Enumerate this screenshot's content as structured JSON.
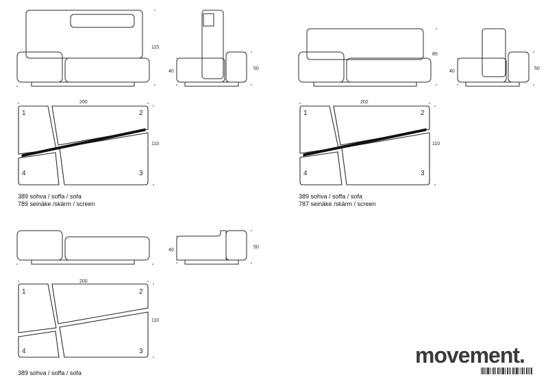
{
  "variants": [
    {
      "id": "sofa-a",
      "dims": {
        "back_height": "115",
        "side_height": "40",
        "seat_height": "50",
        "width": "200",
        "depth": "110"
      },
      "cushion_numbers": [
        "1",
        "2",
        "3",
        "4"
      ],
      "caption_lines": [
        "389 sohva / soffa / sofa",
        "789 seinäke /skärm / screen"
      ]
    },
    {
      "id": "sofa-b",
      "dims": {
        "back_height": "85",
        "side_height": "40",
        "seat_height": "50",
        "width": "202",
        "depth": "110"
      },
      "cushion_numbers": [
        "1",
        "2",
        "3",
        "4"
      ],
      "caption_lines": [
        "389 sohva / soffa / sofa",
        "787 seinäke /skärm / screen"
      ]
    },
    {
      "id": "sofa-c",
      "dims": {
        "side_height": "40",
        "seat_height": "50",
        "width": "200",
        "depth": "110"
      },
      "cushion_numbers": [
        "1",
        "2",
        "3",
        "4"
      ],
      "caption_lines": [
        "389 sohva / soffa / sofa"
      ]
    }
  ],
  "brand": {
    "logo_text": "movement.",
    "color": "#3a3a3a"
  }
}
